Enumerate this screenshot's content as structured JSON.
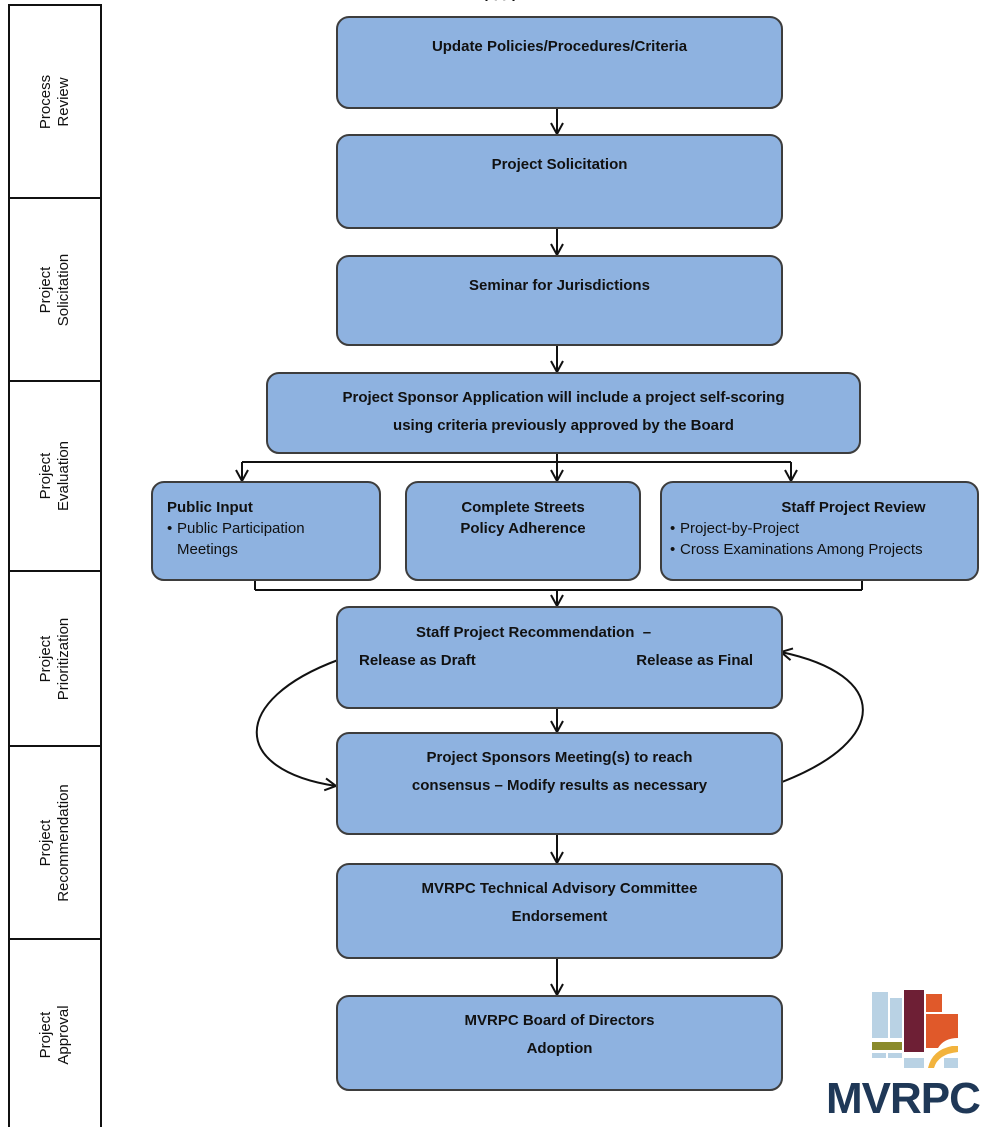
{
  "top_title_fragment": "( , , )",
  "phases": [
    {
      "id": "process-review",
      "lines": [
        "Process",
        "Review"
      ]
    },
    {
      "id": "project-solicitation",
      "lines": [
        "Project",
        "Solicitation"
      ]
    },
    {
      "id": "project-evaluation",
      "lines": [
        "Project",
        "Evaluation"
      ]
    },
    {
      "id": "project-prioritization",
      "lines": [
        "Project",
        "Prioritization"
      ]
    },
    {
      "id": "project-recommendation",
      "lines": [
        "Project",
        "Recommendation"
      ]
    },
    {
      "id": "project-approval",
      "lines": [
        "Project",
        "Approval"
      ]
    }
  ],
  "steps": {
    "update": "Update Policies/Procedures/Criteria",
    "solicitation": "Project Solicitation",
    "seminar": "Seminar for Jurisdictions",
    "application": {
      "line1": "Project Sponsor Application will include a project self-scoring",
      "line2": "using criteria previously approved by the Board"
    },
    "public_input": {
      "title": "Public Input",
      "bullets": [
        "Public Participation Meetings"
      ]
    },
    "complete_streets": {
      "line1": "Complete Streets",
      "line2": "Policy Adherence"
    },
    "staff_review": {
      "title": "Staff Project Review",
      "bullets": [
        "Project-by-Project",
        "Cross Examinations Among Projects"
      ]
    },
    "staff_recommendation": {
      "title": "Staff Project Recommendation  –",
      "left": "Release as Draft",
      "right": "Release as Final"
    },
    "sponsors_meeting": {
      "line1": "Project Sponsors Meeting(s) to reach",
      "line2": "consensus – Modify results as necessary"
    },
    "tac": {
      "line1": "MVRPC Technical Advisory Committee",
      "line2": "Endorsement"
    },
    "board": {
      "line1": "MVRPC Board of Directors",
      "line2": "Adoption"
    }
  },
  "logo": {
    "text": "MVRPC",
    "colors": {
      "light_blue": "#b9d2e4",
      "maroon": "#6e1f35",
      "orange": "#e0592a",
      "olive": "#8a8a2b",
      "yellow": "#f2b33d",
      "navy": "#1f3857"
    }
  },
  "colors": {
    "box_fill": "#8eb2e0",
    "box_border": "#3d3d3d",
    "line": "#111111"
  }
}
